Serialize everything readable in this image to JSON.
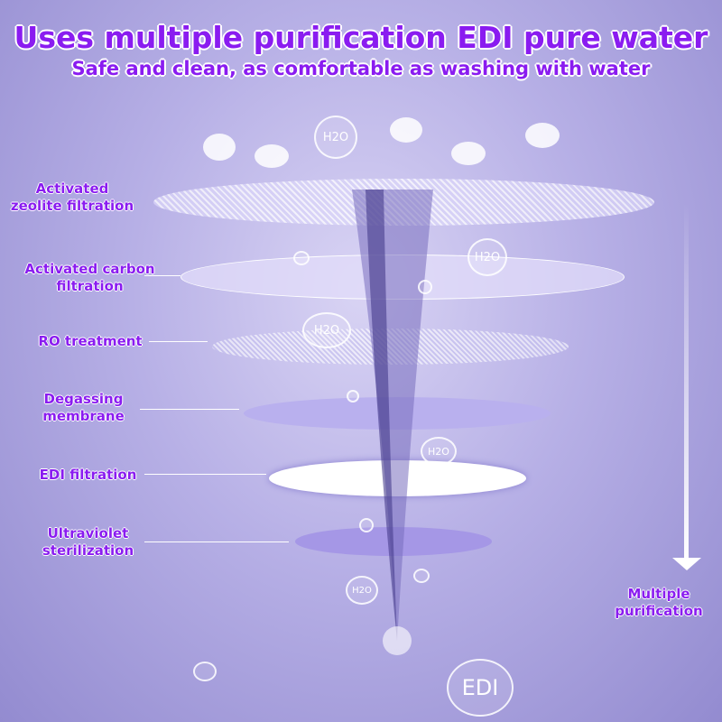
{
  "header": {
    "title": "Uses multiple purification  EDI pure water",
    "subtitle": "Safe and clean, as comfortable as washing with water"
  },
  "stages": [
    {
      "label": "Activated zeolite filtration"
    },
    {
      "label": "Activated carbon filtration"
    },
    {
      "label": "RO treatment"
    },
    {
      "label": "Degassing membrane"
    },
    {
      "label": "EDI filtration"
    },
    {
      "label": "Ultraviolet sterilization"
    }
  ],
  "side_label": "Multiple purification",
  "bubble_text": "H2O",
  "edi_badge": "EDI"
}
